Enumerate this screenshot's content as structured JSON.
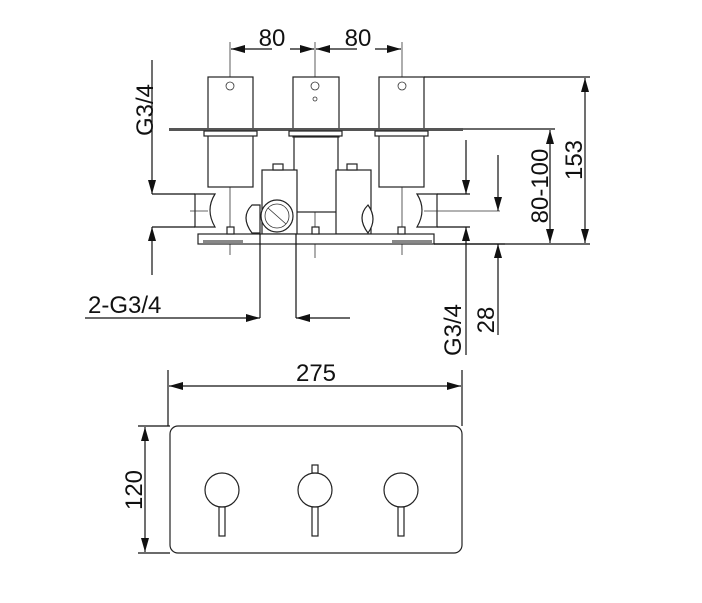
{
  "drawing": {
    "top_view": {
      "spacing_left": "80",
      "spacing_right": "80",
      "inlet_left": "G3/4",
      "outlet_bottom": "2-G3/4",
      "inlet_right": "G3/4",
      "offset": "28",
      "depth_range": "80-100",
      "total_depth": "153"
    },
    "front_view": {
      "width": "275",
      "height": "120"
    },
    "colors": {
      "line": "#111111",
      "background": "#ffffff"
    }
  }
}
